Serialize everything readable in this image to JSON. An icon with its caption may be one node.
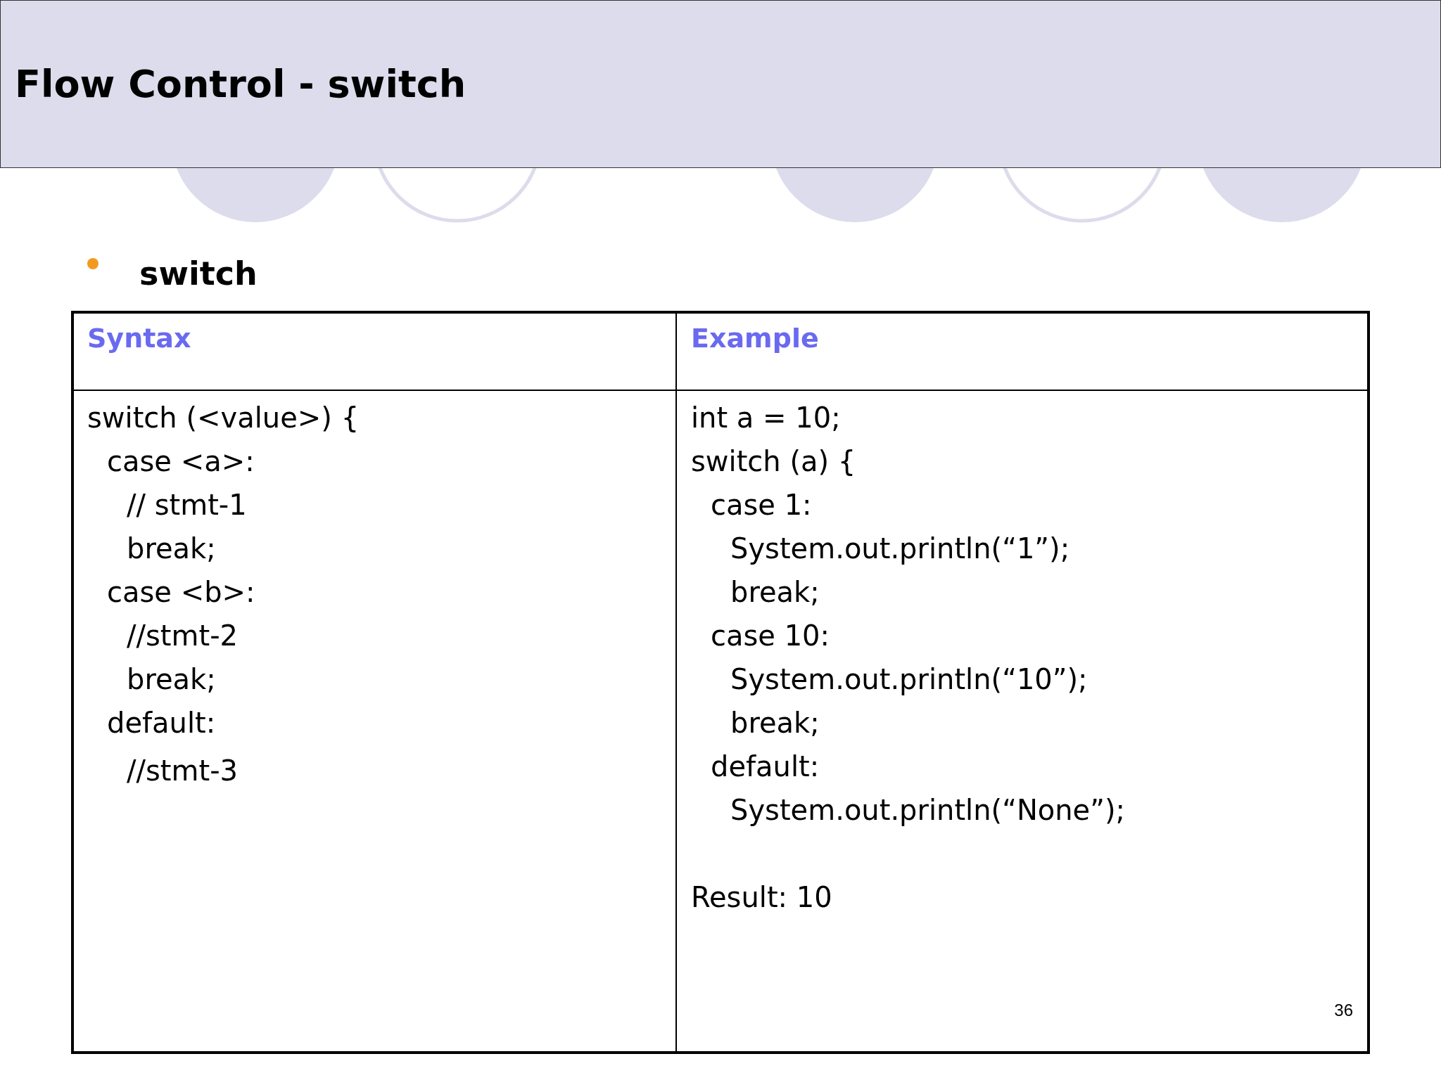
{
  "diagram": {
    "title": "Flow Control - switch",
    "labels": [
      "switch",
      "Syntax",
      "Example",
      "switch (<value>) {",
      "case <a>:",
      "// stmt-1",
      "break;",
      "case <b>:",
      "//stmt-2",
      "break;",
      "default:",
      "//stmt-3",
      "int a = 10;",
      "switch (a) {",
      "case 1:",
      "System.out.println(“1”);",
      "break;",
      "case 10:",
      "System.out.println(“10”);",
      "break;",
      "default:",
      "System.out.println(“None”);",
      "Result: 10",
      "36"
    ]
  }
}
